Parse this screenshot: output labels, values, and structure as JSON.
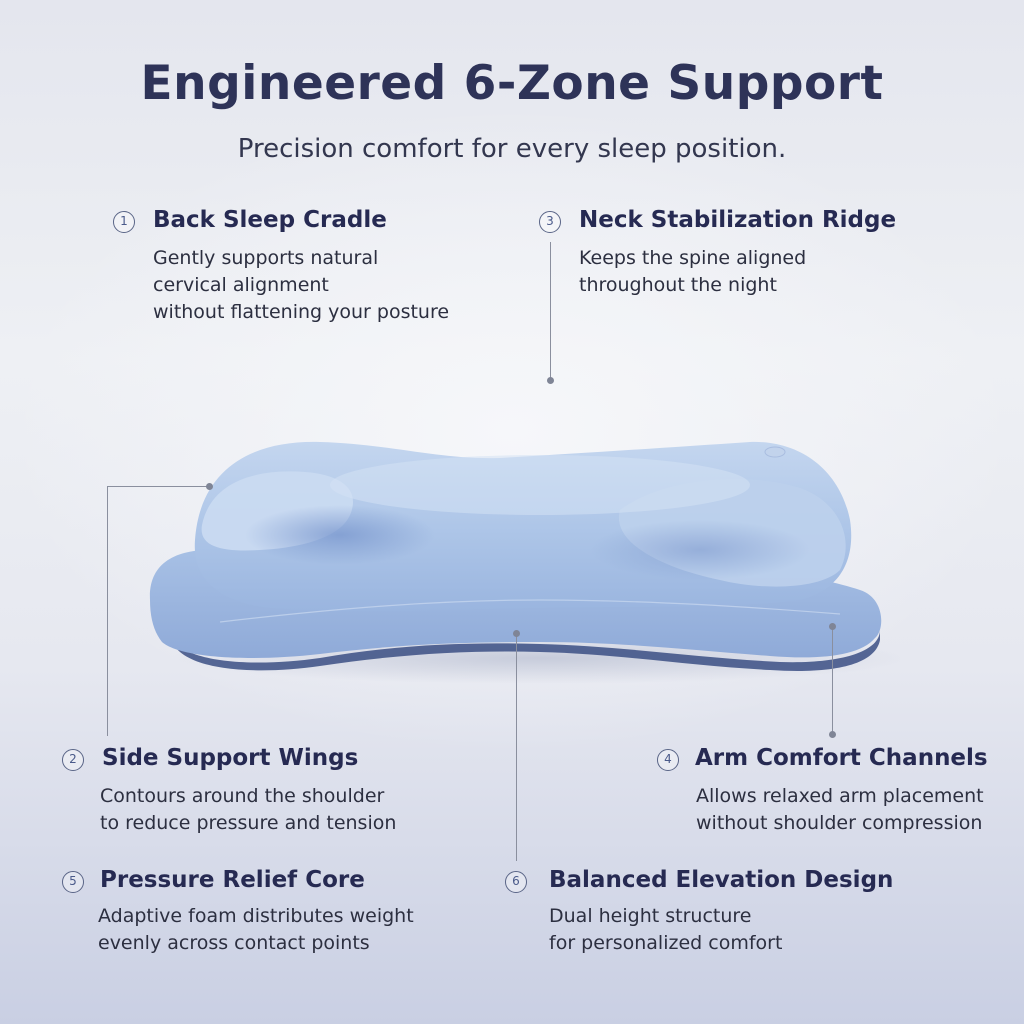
{
  "header": {
    "title": "Engineered 6-Zone Support",
    "subtitle": "Precision comfort for every sleep position."
  },
  "product": {
    "name": "contoured-memory-foam-pillow",
    "color": "#a9c2e6"
  },
  "colors": {
    "title": "#2e3358",
    "feature_title": "#262a52",
    "body_text": "#2c2f40",
    "badge_outline": "#5a6587",
    "leader_line": "#8a8f9e",
    "background_top": "#e4e6ee",
    "background_bottom": "#c9cfe3"
  },
  "features": [
    {
      "number": "1",
      "title": "Back Sleep Cradle",
      "description": [
        "Gently supports natural",
        "cervical alignment",
        "without flattening your posture"
      ]
    },
    {
      "number": "2",
      "title": "Side Support Wings",
      "description": [
        "Contours around the shoulder",
        "to reduce pressure and tension"
      ]
    },
    {
      "number": "3",
      "title": "Neck Stabilization Ridge",
      "description": [
        "Keeps the spine aligned",
        "throughout the night"
      ]
    },
    {
      "number": "4",
      "title": "Arm Comfort Channels",
      "description": [
        "Allows relaxed arm placement",
        "without shoulder compression"
      ]
    },
    {
      "number": "5",
      "title": "Pressure Relief Core",
      "description": [
        "Adaptive foam distributes weight",
        "evenly across contact points"
      ]
    },
    {
      "number": "6",
      "title": "Balanced Elevation Design",
      "description": [
        "Dual height structure",
        "for personalized comfort"
      ]
    }
  ]
}
